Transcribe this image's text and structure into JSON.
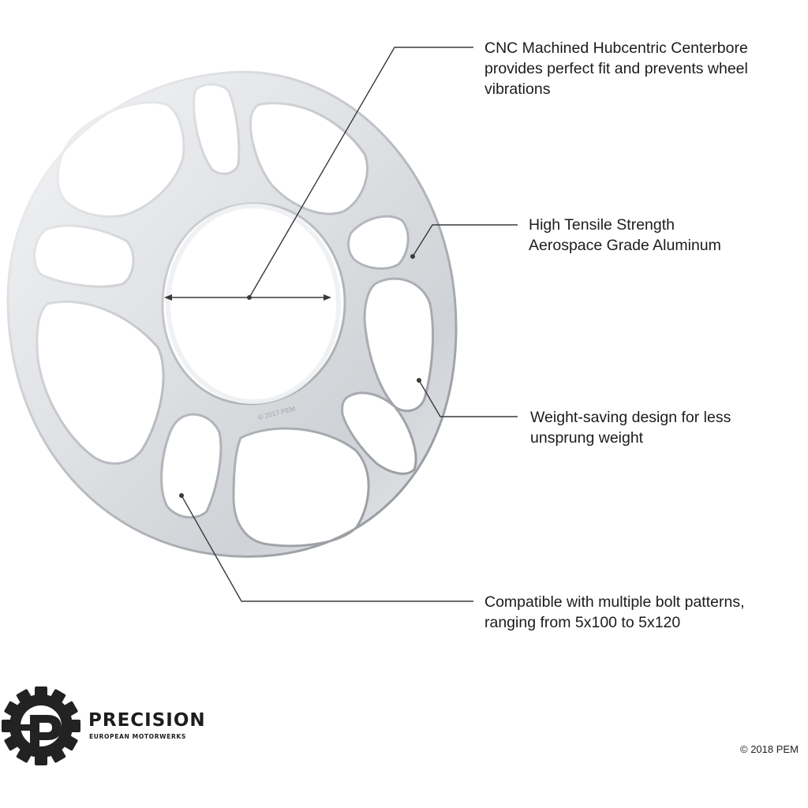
{
  "callouts": [
    {
      "lines": [
        "CNC Machined Hubcentric Centerbore",
        "provides perfect fit and prevents wheel",
        "vibrations"
      ]
    },
    {
      "lines": [
        "High Tensile Strength",
        "Aerospace Grade Aluminum"
      ]
    },
    {
      "lines": [
        "Weight-saving design for less",
        "unsprung weight"
      ]
    },
    {
      "lines": [
        "Compatible with multiple bolt patterns,",
        "ranging from 5x100 to 5x120"
      ]
    }
  ],
  "brand": {
    "name": "PRECISION",
    "subtitle": "EUROPEAN MOTORWERKS",
    "logo_icon": "gear-p-logo-icon"
  },
  "part_stamp": "© 2017 PEM",
  "copyright": "© 2018 PEM",
  "colors": {
    "metal_light": "#f2f3f5",
    "metal_mid": "#d6d8dc",
    "metal_dark": "#a9acb2",
    "leader_line": "#3a3a3a",
    "text": "#1c1c1c"
  }
}
